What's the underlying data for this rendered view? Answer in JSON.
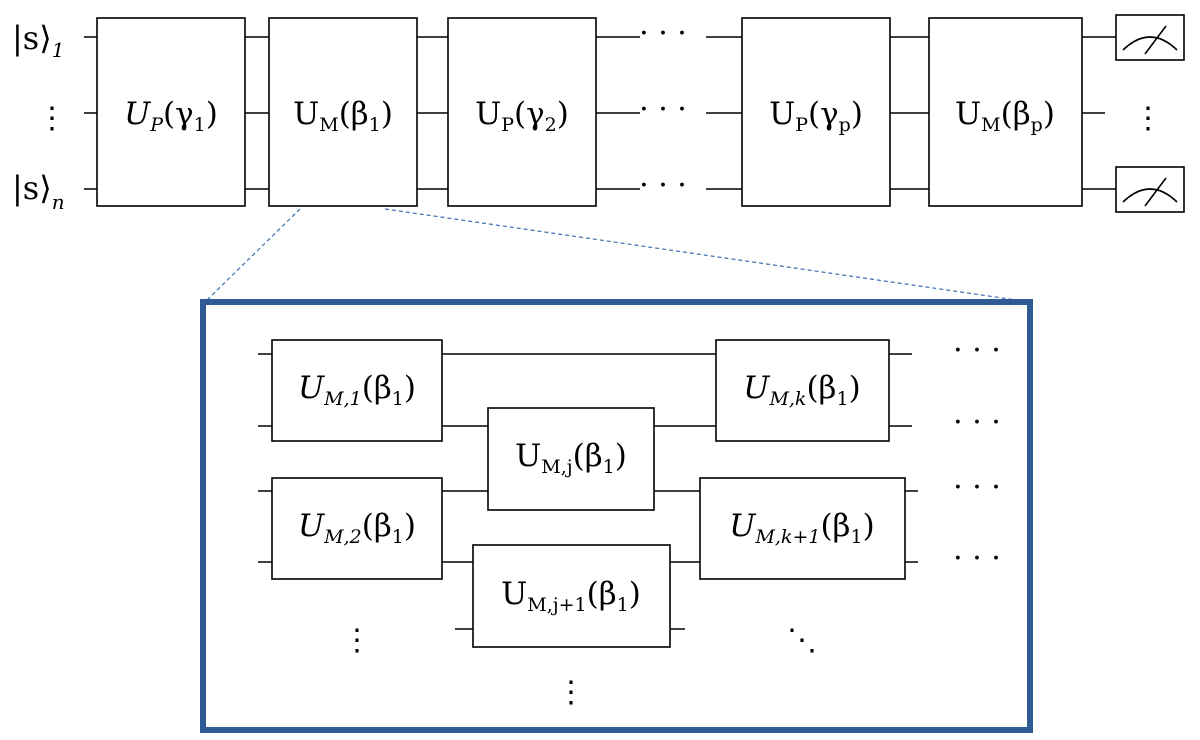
{
  "top_circuit": {
    "input_first": {
      "base": "|s⟩",
      "sub": "1"
    },
    "input_last": {
      "base": "|s⟩",
      "sub": "n"
    },
    "input_vdots": "⋮",
    "gates": [
      {
        "base": "U",
        "sub": "P",
        "arg": "(γ",
        "argsub": "1",
        "close": ")"
      },
      {
        "base": "U",
        "sub": "M",
        "arg": "(β",
        "argsub": "1",
        "close": ")"
      },
      {
        "base": "U",
        "sub": "P",
        "arg": "(γ",
        "argsub": "2",
        "close": ")"
      },
      {
        "base": "U",
        "sub": "P",
        "arg": "(γ",
        "argsub": "p",
        "close": ")"
      },
      {
        "base": "U",
        "sub": "M",
        "arg": "(β",
        "argsub": "p",
        "close": ")"
      }
    ],
    "ellipsis": [
      "· · ·",
      "· · ·",
      "· · ·"
    ],
    "output_vdots": "⋮",
    "measurements": [
      "measurement-meter",
      "measurement-meter"
    ]
  },
  "zoom_detail": {
    "border_color": "#2f5a93",
    "connector_color": "#4a78b5",
    "gates": [
      {
        "base": "U",
        "sub": "M,1",
        "arg": "(β",
        "argsub": "1",
        "close": ")"
      },
      {
        "base": "U",
        "sub": "M,2",
        "arg": "(β",
        "argsub": "1",
        "close": ")"
      },
      {
        "base": "U",
        "sub": "M,j",
        "arg": "(β",
        "argsub": "1",
        "close": ")"
      },
      {
        "base": "U",
        "sub": "M,j+1",
        "arg": "(β",
        "argsub": "1",
        "close": ")"
      },
      {
        "base": "U",
        "sub": "M,k",
        "arg": "(β",
        "argsub": "1",
        "close": ")"
      },
      {
        "base": "U",
        "sub": "M,k+1",
        "arg": "(β",
        "argsub": "1",
        "close": ")"
      }
    ],
    "ellipsis": [
      "· · ·",
      "· · ·",
      "· · ·",
      "· · ·"
    ],
    "vdots": [
      "⋮",
      "⋮"
    ],
    "ddots": "⋱"
  }
}
